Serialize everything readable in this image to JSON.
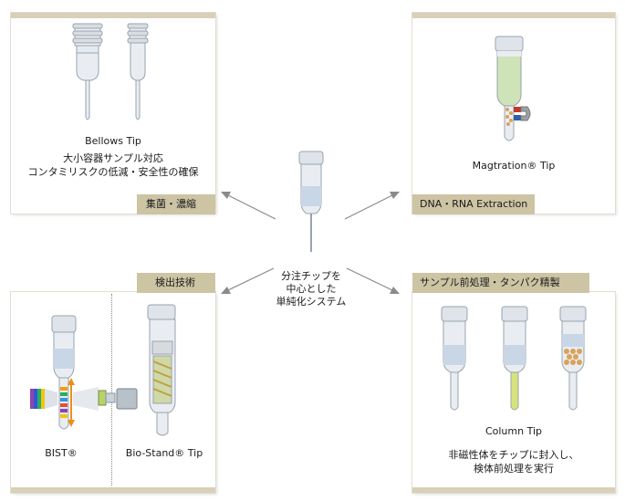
{
  "panels": {
    "top_left": {
      "tab": "集菌・濃縮",
      "caption": "Bellows Tip",
      "desc_line1": "大小容器サンプル対応",
      "desc_line2": "コンタミリスクの低減・安全性の確保"
    },
    "top_right": {
      "tab": "DNA・RNA Extraction",
      "caption": "Magtration® Tip"
    },
    "bottom_left": {
      "tab": "検出技術",
      "caption_left": "BIST®",
      "caption_right": "Bio-Stand® Tip"
    },
    "bottom_right": {
      "tab": "サンプル前処理・タンパク精製",
      "caption": "Column Tip",
      "desc_line1": "非磁性体をチップに封入し、",
      "desc_line2": "検体前処理を実行"
    }
  },
  "center": {
    "line1": "分注チップを",
    "line2": "中心とした",
    "line3": "単純化システム"
  },
  "colors": {
    "tab": "#cdc4a4",
    "band": "#d8d0b8",
    "arrow": "#8a8a8a",
    "tip_body": "#e6ebf1",
    "liquid": "#c8d6e6",
    "magtration_liquid": "#cfe3b8",
    "bead": "#d9a25a",
    "green_column": "#d6e37a",
    "bist_arrow": "#e8901c"
  }
}
